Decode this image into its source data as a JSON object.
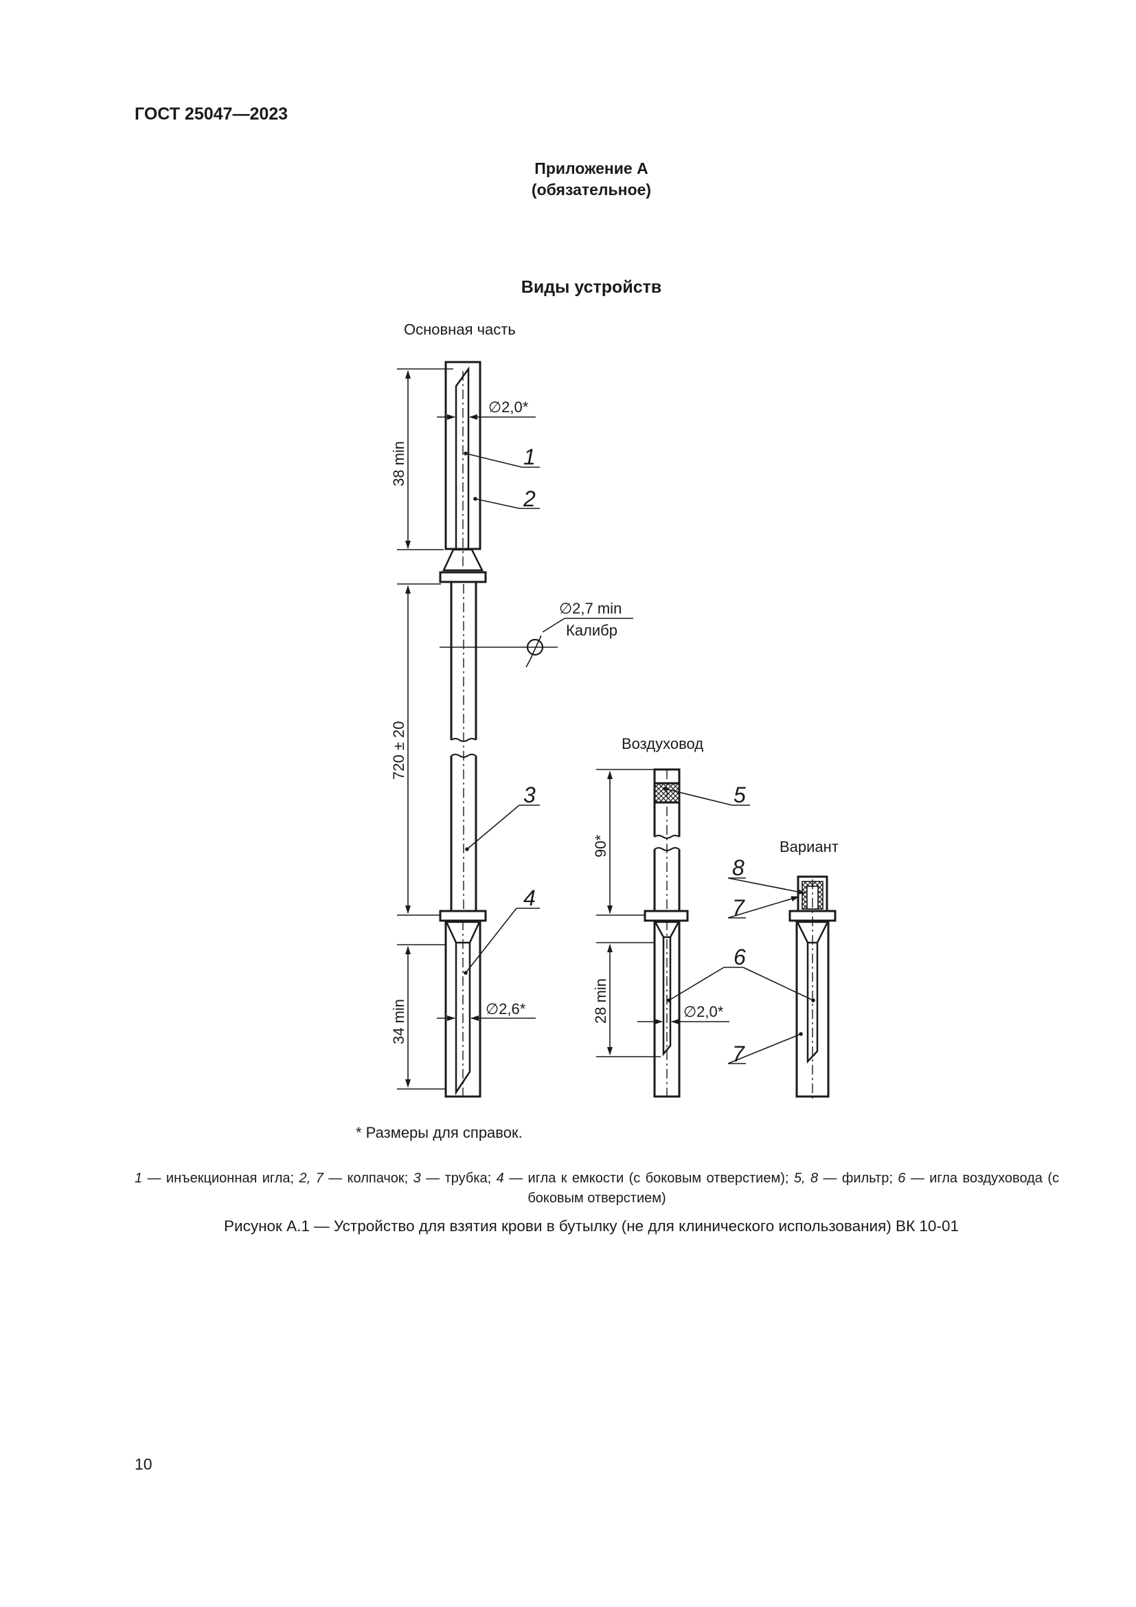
{
  "header": {
    "standard": "ГОСТ 25047—2023"
  },
  "annex": {
    "title": "Приложение А",
    "status": "(обязательное)"
  },
  "section_title": "Виды устройств",
  "drawing": {
    "labels": {
      "main_part": "Основная часть",
      "air_duct": "Воздуховод",
      "variant": "Вариант",
      "caliber": "Калибр"
    },
    "dimensions": {
      "d1": "∅2,0*",
      "d2": "∅2,7 min",
      "d3": "∅2,6*",
      "d4": "∅2,0*",
      "len_top": "38 min",
      "len_tube": "720 ± 20",
      "len_bottom": "34 min",
      "len_filter": "90*",
      "len_air_needle": "28 min"
    },
    "callouts": [
      "1",
      "2",
      "3",
      "4",
      "5",
      "6",
      "7",
      "7",
      "8"
    ]
  },
  "footnote": "* Размеры для справок.",
  "legend": {
    "i1": "1",
    "t1": " — инъекционная игла; ",
    "i2": "2, 7",
    "t2": " — колпачок; ",
    "i3": "3",
    "t3": " — трубка; ",
    "i4": "4",
    "t4": " — игла к емкости (с боковым отверстием); ",
    "i5": "5, 8",
    "t5": " — фильтр; ",
    "i6": "6",
    "t6": " — игла воздуховода (с боковым отверстием)"
  },
  "figure_caption": "Рисунок А.1 — Устройство для взятия крови в бутылку (не для клинического использования) ВК 10-01",
  "page_number": "10"
}
